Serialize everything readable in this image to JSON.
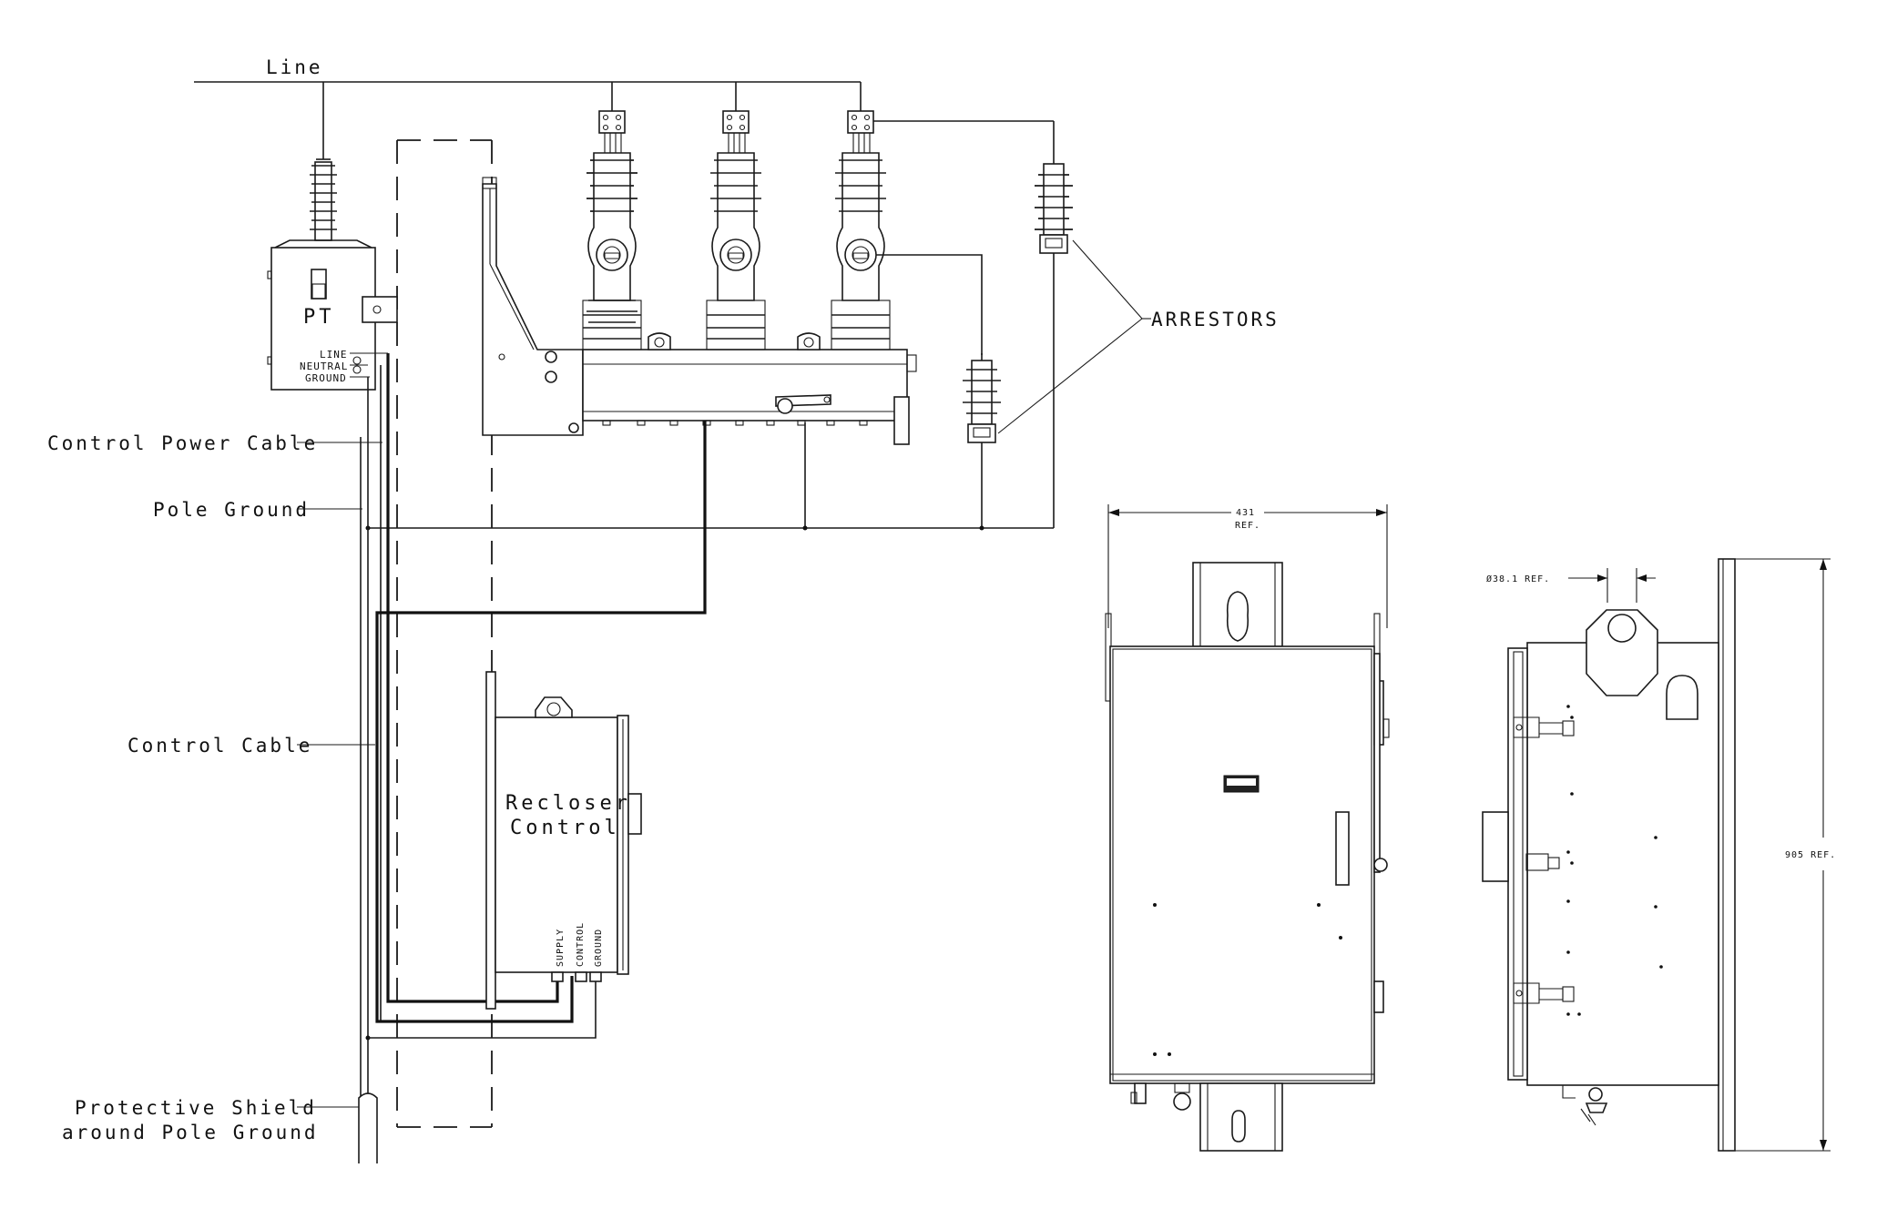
{
  "labels": {
    "line": "Line",
    "pt": "PT",
    "pt_line": "LINE",
    "pt_neutral": "NEUTRAL",
    "pt_ground": "GROUND",
    "control_power_cable": "Control Power Cable",
    "pole_ground": "Pole Ground",
    "control_cable": "Control Cable",
    "protective_shield_1": "Protective Shield",
    "protective_shield_2": "around Pole Ground",
    "arrestors": "ARRESTORS",
    "recloser_1": "Recloser",
    "recloser_2": "Control",
    "term_supply": "SUPPLY",
    "term_control": "CONTROL",
    "term_ground": "GROUND",
    "dim_width": "431",
    "dim_width_ref": "REF.",
    "dim_hole": "Ø38.1 REF.",
    "dim_height": "905 REF."
  }
}
